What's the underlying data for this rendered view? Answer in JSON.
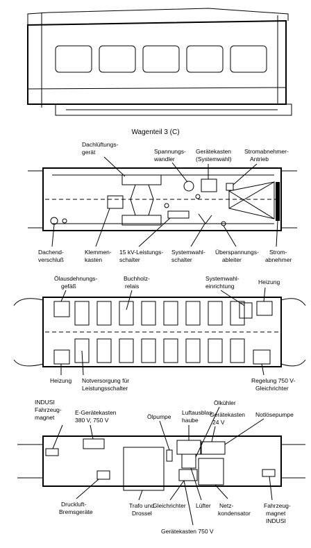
{
  "panel1": {
    "caption": "Wagenteil 3 (C)"
  },
  "panel2": {
    "labels": {
      "dachlueftung_l1": "Dachlüftungs-",
      "dachlueftung_l2": "gerät",
      "spannungswandler_l1": "Spannungs-",
      "spannungswandler_l2": "wandler",
      "geraetekasten_l1": "Gerätekasten",
      "geraetekasten_l2": "(Systemwahl)",
      "stromabnehmerantrieb_l1": "Stromabnehmer-",
      "stromabnehmerantrieb_l2": "Antrieb",
      "dachend_l1": "Dachend-",
      "dachend_l2": "verschluß",
      "klemmen_l1": "Klemmen-",
      "klemmen_l2": "kasten",
      "leistungsschalter_l1": "15 kV-Leistungs-",
      "leistungsschalter_l2": "schalter",
      "systemwahlschalter_l1": "Systemwahl-",
      "systemwahlschalter_l2": "schalter",
      "ueberspannung_l1": "Überspannungs-",
      "ueberspannung_l2": "ableiter",
      "stromabnehmer_l1": "Strom-",
      "stromabnehmer_l2": "abnehmer"
    }
  },
  "panel3": {
    "labels": {
      "oelausdehnung_l1": "Ölausdehnungs-",
      "oelausdehnung_l2": "gefäß",
      "buchholz_l1": "Buchholz-",
      "buchholz_l2": "relais",
      "systemwahleinr_l1": "Systemwahl-",
      "systemwahleinr_l2": "einrichtung",
      "heizung_top": "Heizung",
      "heizung_bottom": "Heizung",
      "notversorgung_l1": "Notversorgung für",
      "notversorgung_l2": "Leistungsschalter",
      "regelung_l1": "Regelung 750 V-",
      "regelung_l2": "Gleichrichter"
    }
  },
  "panel4": {
    "labels": {
      "indusi_top_l1": "INDUSI",
      "indusi_top_l2": "Fahrzeug-",
      "indusi_top_l3": "magnet",
      "egeraete_l1": "E-Gerätekasten",
      "egeraete_l2": "380 V, 750 V",
      "oelpumpe": "Ölpumpe",
      "luftausblas_l1": "Luftausblas-",
      "luftausblas_l2": "haube",
      "oelkuehler": "Ölkühler",
      "geraete24_l1": "Gerätekasten",
      "geraete24_l2": "24 V",
      "notloese": "Notlösepumpe",
      "druckluft_l1": "Druckluft-",
      "druckluft_l2": "Bremsgeräte",
      "trafo_l1": "Trafo und",
      "trafo_l2": "Drossel",
      "gleichrichter": "Gleichrichter",
      "luefter": "Lüfter",
      "netz_l1": "Netz-",
      "netz_l2": "kondensator",
      "geraete750": "Gerätekasten 750 V",
      "indusi_bot_l1": "Fahrzeug-",
      "indusi_bot_l2": "magnet",
      "indusi_bot_l3": "INDUSI"
    }
  }
}
